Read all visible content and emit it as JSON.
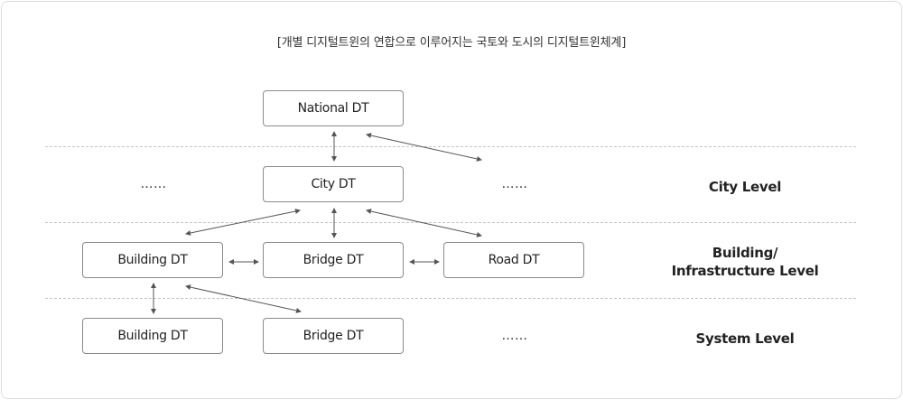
{
  "title": "[개별 디지털트윈의 연합으로 이루어지는 국토와 도시의 디지털트윈체계]",
  "nodes": {
    "national": "National DT",
    "city": "City DT",
    "building_infra": "Building DT",
    "bridge_infra": "Bridge DT",
    "road_infra": "Road DT",
    "building_system": "Building DT",
    "bridge_system": "Bridge DT"
  },
  "ellipsis": {
    "city_left": "……",
    "city_right": "……",
    "system_right": "……"
  },
  "levels": {
    "city": "City Level",
    "infra_line1": "Building/",
    "infra_line2": "Infrastructure Level",
    "system": "System Level"
  }
}
